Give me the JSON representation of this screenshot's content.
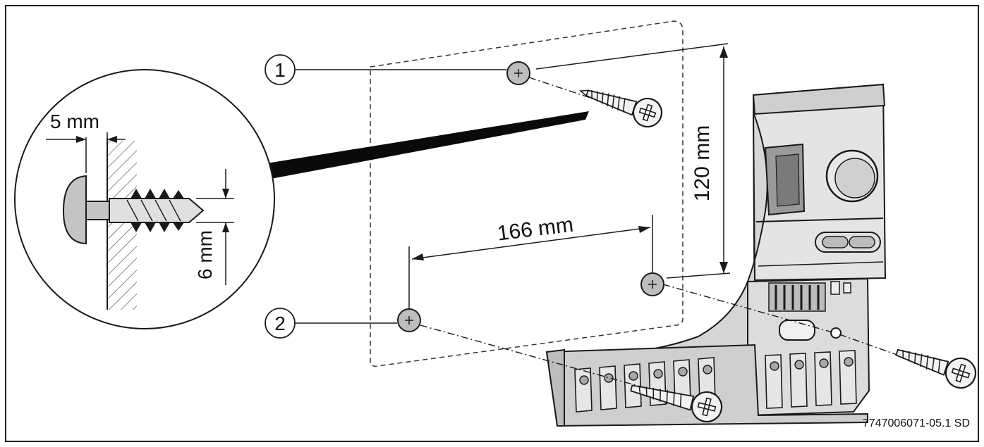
{
  "callouts": {
    "one": "1",
    "two": "2"
  },
  "dimensions": {
    "vertical": "120 mm",
    "horizontal": "166 mm"
  },
  "detail": {
    "depth": "5 mm",
    "diameter": "6 mm"
  },
  "figure_code": "7747006071-05.1 SD",
  "colors": {
    "line": "#1a1a1a",
    "panel_fill": "#dcdcdc",
    "panel_dark": "#a8a8a8",
    "hole_fill": "#bdbdbd",
    "screw_fill": "#f2f2f2"
  }
}
